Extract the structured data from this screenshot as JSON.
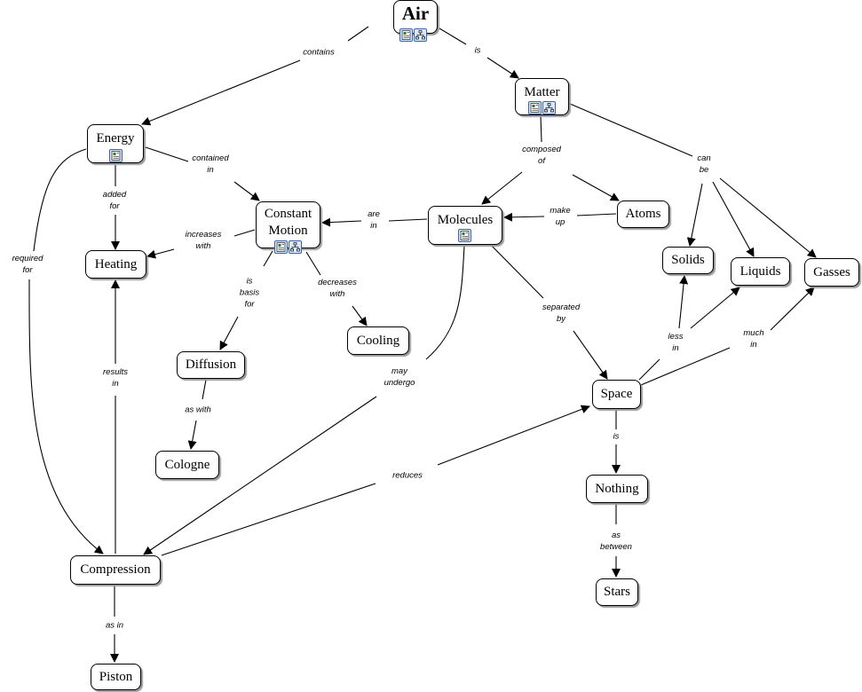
{
  "nodes": {
    "air": "Air",
    "matter": "Matter",
    "energy": "Energy",
    "constant_motion": "Constant\nMotion",
    "molecules": "Molecules",
    "atoms": "Atoms",
    "heating": "Heating",
    "solids": "Solids",
    "liquids": "Liquids",
    "gasses": "Gasses",
    "cooling": "Cooling",
    "diffusion": "Diffusion",
    "space": "Space",
    "cologne": "Cologne",
    "nothing": "Nothing",
    "compression": "Compression",
    "stars": "Stars",
    "piston": "Piston"
  },
  "links": {
    "contains": "contains",
    "is_matter": "is",
    "composed_of": "composed\nof",
    "can_be": "can\nbe",
    "contained_in": "contained\nin",
    "added_for": "added\nfor",
    "required_for": "required\nfor",
    "are_in": "are\nin",
    "make_up": "make\nup",
    "increases_with": "increases\nwith",
    "is_basis_for": "is\nbasis\nfor",
    "decreases_with": "decreases\nwith",
    "separated_by": "separated\nby",
    "may_undergo": "may\nundergo",
    "less_in": "less\nin",
    "much_in": "much\nin",
    "results_in": "results\nin",
    "as_with": "as with",
    "is_nothing": "is",
    "reduces": "reduces",
    "as_between": "as\nbetween",
    "as_in": "as in"
  },
  "icons": {
    "resource": "resource-icon",
    "submap": "concept-map-icon"
  }
}
